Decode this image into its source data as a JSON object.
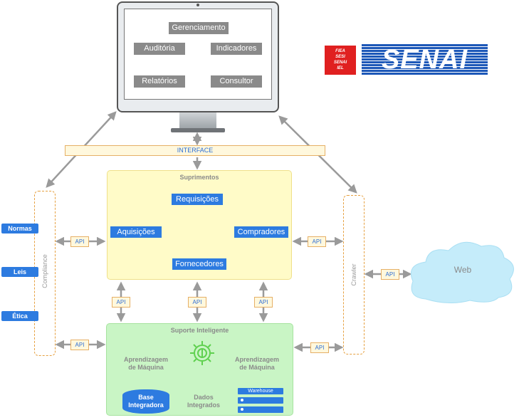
{
  "monitor": {
    "gerenciamento": "Gerenciamento",
    "auditoria": "Auditória",
    "indicadores": "Indicadores",
    "relatorios": "Relatórios",
    "consultor": "Consultor"
  },
  "logo": {
    "small_lines": [
      "FIEA",
      "SESI",
      "SENAI",
      "IEL"
    ],
    "main": "SENAI"
  },
  "interface_label": "INTERFACE",
  "suprimentos": {
    "title": "Suprimentos",
    "requisicoes": "Requisições",
    "aquisicoes": "Aquisições",
    "compradores": "Compradores",
    "fornecedores": "Fornecedores"
  },
  "compliance": {
    "label": "Compliance",
    "items": [
      "Normas",
      "Leis",
      "Ética"
    ]
  },
  "crawler_label": "Crawler",
  "api_label": "API",
  "web_label": "Web",
  "suporte": {
    "title": "Suporte Inteligente",
    "ml_left": "Aprendizagem de Máquina",
    "ml_right": "Aprendizagem de Máquina",
    "base": "Base Integradora",
    "dados": "Dados Integrados",
    "warehouse": "Warehouse"
  },
  "colors": {
    "accent_blue": "#2d7be0",
    "suprimentos_bg": "#fffbc8",
    "suporte_bg": "#c9f5c5",
    "api_border": "#e6b066",
    "logo_red": "#e02020",
    "logo_blue": "#1d58b8"
  }
}
